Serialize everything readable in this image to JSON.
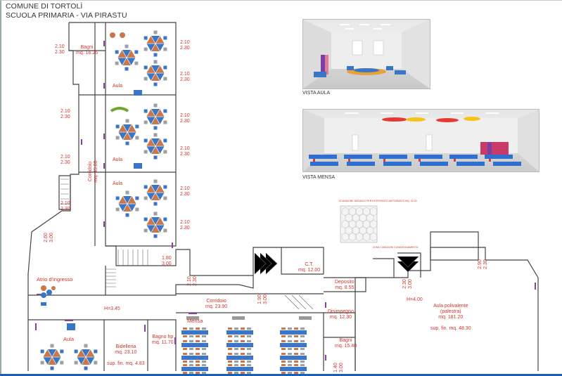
{
  "header": {
    "line1": "COMUNE DI TORTOLÌ",
    "line2": "SCUOLA PRIMARIA - VIA PIRASTU"
  },
  "images": {
    "aula_caption": "VISTA AULA",
    "mensa_caption": "VISTA MENSA"
  },
  "rooms": {
    "bagni_west": {
      "name": "Bagni",
      "area": "mq. 16.25"
    },
    "aula_1": "Aula",
    "aula_2": "Aula",
    "aula_3": "Aula",
    "corridoio_west": {
      "name": "Corridoio",
      "area": "mq. 45.00"
    },
    "atrio": "Atrio d'ingresso",
    "h_west": "H=3.45",
    "aula_bottom": "Aula",
    "bidelleria": {
      "name": "Bidelleria",
      "area": "mq. 23.10",
      "sup": "sup. fin. mq. 4.83"
    },
    "bagno_hp": {
      "name": "Bagno hp",
      "area": "mq. 11.70"
    },
    "corridoio_center": {
      "name": "Corridoio",
      "area": "mq. 23.90"
    },
    "mensa": "Mensa",
    "ct": {
      "name": "C.T.",
      "area": "mq. 12.00"
    },
    "deposito": {
      "name": "Deposito",
      "area": "mq. 8.55"
    },
    "disimpegno": {
      "name": "Disimpegno",
      "area": "mq. 12.30"
    },
    "bagni_east": {
      "name": "Bagni",
      "area": "mq. 15.40"
    },
    "h_east": "H=4.00",
    "polivalente": {
      "name": "Aula polivalente",
      "sub": "(palestra)",
      "area": "mq. 181.20",
      "sup": "sup. fin. mq. 48.30"
    }
  },
  "dims": {
    "d1": {
      "a": "2.10",
      "b": "2.30"
    },
    "d2": {
      "a": "2.10",
      "b": "2.30"
    },
    "d3": {
      "a": "2.10",
      "b": "2.30"
    },
    "d4": {
      "a": "2.10",
      "b": "2.30"
    },
    "d5": {
      "a": "2.10",
      "b": "2.30"
    },
    "d6": {
      "a": "2.10",
      "b": "2.30"
    },
    "d7": {
      "a": "2.10",
      "b": "2.30"
    },
    "d8": {
      "a": "2.10",
      "b": "2.30"
    },
    "d9": {
      "a": "2.10",
      "b": "2.30"
    },
    "d10": {
      "a": "2.10",
      "b": "2.30"
    },
    "d11": {
      "a": "2.60",
      "b": "3.00"
    },
    "d12": {
      "a": "1.80",
      "b": "3.00"
    },
    "d13": {
      "a": "2.10",
      "b": "2.30"
    },
    "d14": {
      "a": "1.90",
      "b": "3.00"
    },
    "d15": {
      "a": "2.30",
      "b": "3.00"
    },
    "d16": {
      "a": "2.90",
      "b": "2.30"
    },
    "d17": {
      "a": "1.40",
      "b": "3.00"
    }
  },
  "notes": {
    "tiles": "SCANSIONE MOSAICO PER INTERVENTO ANTISISMICO MQ. 42.00",
    "pipes": "ZONA TUBAZIONI CONDIZIONAMENTO"
  },
  "colors": {
    "label_red": "#d0342c",
    "table_blue": "#3b75c6",
    "table_brown": "#c8784a",
    "door_purple": "#8a3fa0"
  }
}
